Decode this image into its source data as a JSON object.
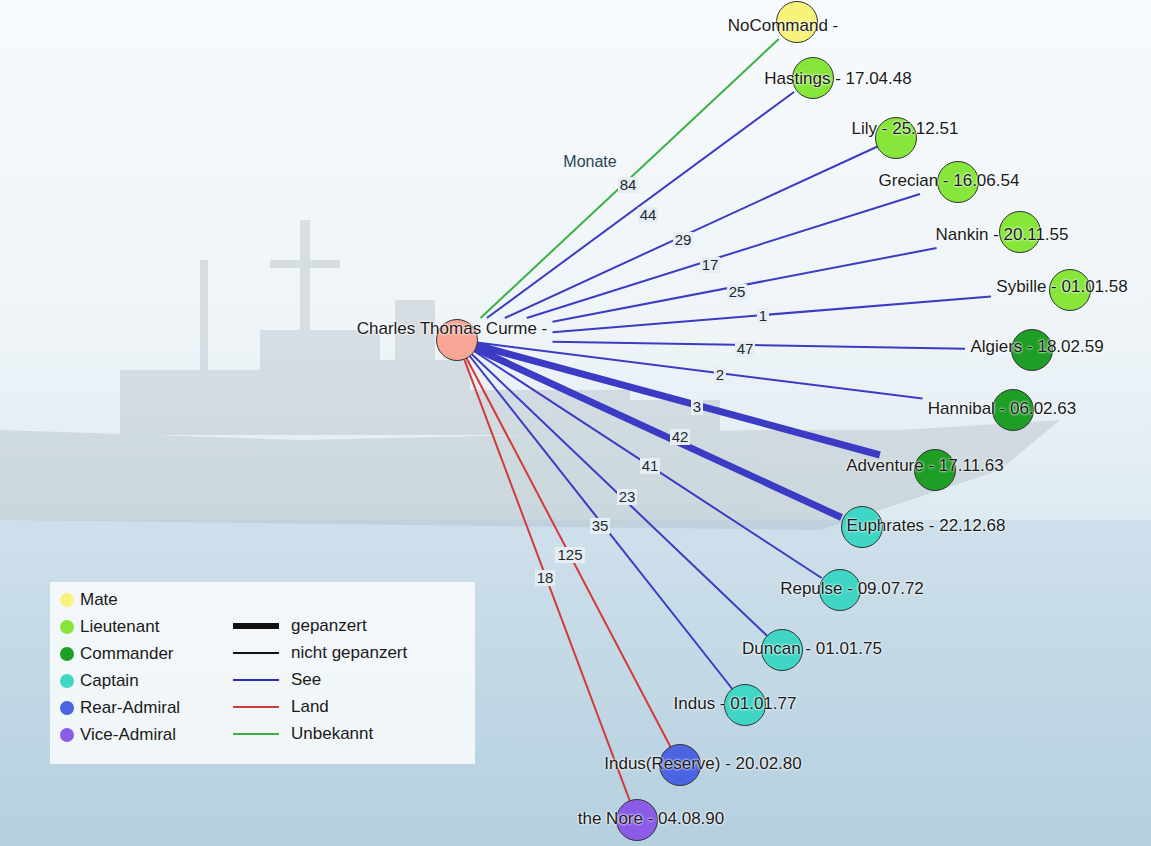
{
  "diagram": {
    "nodes": [
      {
        "text": [
          "Charles Thomas Curme -"
        ]
      },
      {
        "text": [
          "NoCommand -"
        ]
      },
      {
        "text": [
          "Hastings - 17.04.48"
        ]
      },
      {
        "text": [
          "Lily - 25.12.51"
        ]
      },
      {
        "text": [
          "Grecian - 16.06.54"
        ]
      },
      {
        "text": [
          "Nankin - 20.11.55"
        ]
      },
      {
        "text": [
          "Sybille - 01.01.58"
        ]
      },
      {
        "text": [
          "Algiers - 18.02.59"
        ]
      },
      {
        "text": [
          "Hannibal - 06.02.63"
        ]
      },
      {
        "text": [
          "Adventure - 17.11.63"
        ]
      },
      {
        "text": [
          "Euphrates - 22.12.68"
        ]
      },
      {
        "text": [
          "Repulse - 09.07.72"
        ]
      },
      {
        "text": [
          "Duncan - 01.01.75"
        ]
      },
      {
        "text": [
          "Indus - 01.01.77"
        ]
      },
      {
        "text": [
          "Indus(Reserve) - 20.02.80"
        ]
      },
      {
        "text": [
          "the Nore - 04.08.90"
        ]
      }
    ],
    "edges": [
      {
        "from": 0,
        "to": 1,
        "arrow": "none",
        "label": "84"
      },
      {
        "from": 0,
        "to": 2,
        "arrow": "none",
        "label": "44"
      },
      {
        "from": 0,
        "to": 3,
        "arrow": "none",
        "label": "29"
      },
      {
        "from": 0,
        "to": 4,
        "arrow": "none",
        "label": "17"
      },
      {
        "from": 0,
        "to": 5,
        "arrow": "none",
        "label": "25"
      },
      {
        "from": 0,
        "to": 6,
        "arrow": "none",
        "label": "1"
      },
      {
        "from": 0,
        "to": 7,
        "arrow": "none",
        "label": "47"
      },
      {
        "from": 0,
        "to": 8,
        "arrow": "none",
        "label": "2"
      },
      {
        "from": 0,
        "to": 9,
        "arrow": "none",
        "label": "3"
      },
      {
        "from": 0,
        "to": 10,
        "arrow": "none",
        "label": "42"
      },
      {
        "from": 0,
        "to": 11,
        "arrow": "none",
        "label": "41"
      },
      {
        "from": 0,
        "to": 12,
        "arrow": "none",
        "label": "23"
      },
      {
        "from": 0,
        "to": 13,
        "arrow": "none",
        "label": "35"
      },
      {
        "from": 0,
        "to": 14,
        "arrow": "none",
        "label": "125"
      },
      {
        "from": 0,
        "to": 15,
        "arrow": "none",
        "label": "18"
      }
    ],
    "labels": [
      "Monate"
    ],
    "legend": [
      {
        "text": "Mate",
        "color": "#f6f27a"
      },
      {
        "text": "Lieutenant",
        "color": "#86e63a"
      },
      {
        "text": "Commander",
        "color": "#1e9e24"
      },
      {
        "text": "Captain",
        "color": "#3fd6c6"
      },
      {
        "text": "Rear-Admiral",
        "color": "#4a64e2"
      },
      {
        "text": "Vice-Admiral",
        "color": "#8a5ce8"
      },
      {
        "text": "gepanzert"
      },
      {
        "text": "nicht gepanzert"
      },
      {
        "text": "See"
      },
      {
        "text": "Land"
      },
      {
        "text": "Unbekannt"
      }
    ]
  }
}
